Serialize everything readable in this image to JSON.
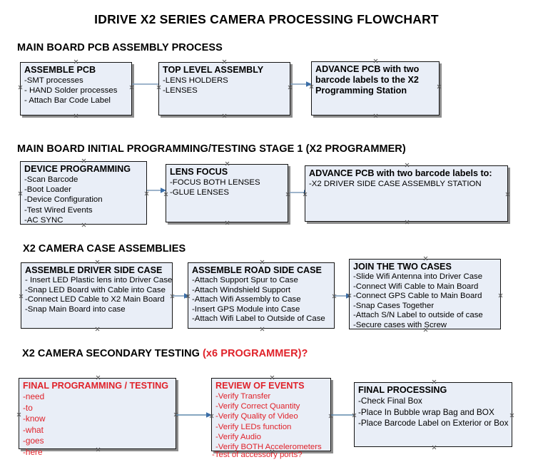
{
  "document": {
    "title": "IDRIVE X2  SERIES CAMERA PROCESSING FLOWCHART",
    "accent_red": "#e0222a",
    "node_fill": "#e9eef7",
    "node_border": "#141414",
    "arrow_color": "#7f9cba"
  },
  "sections": [
    {
      "id": "main-board-pcb-assembly",
      "header": "MAIN BOARD PCB ASSEMBLY PROCESS",
      "header_suffix": "",
      "nodes": [
        {
          "id": "assemble-pcb",
          "title": "ASSEMBLE PCB",
          "lines": [
            "-SMT processes",
            "- HAND Solder processes",
            "- Attach Bar Code Label"
          ]
        },
        {
          "id": "top-level-assembly",
          "title": "TOP LEVEL ASSEMBLY",
          "lines": [
            "-LENS HOLDERS",
            "-LENSES"
          ]
        },
        {
          "id": "advance-pcb-to-programming-station",
          "title": "ADVANCE PCB with two barcode labels to the  X2 Programming Station",
          "lines": []
        }
      ]
    },
    {
      "id": "main-board-initial-programming",
      "header": "MAIN BOARD INITIAL PROGRAMMING/TESTING STAGE 1 (X2 PROGRAMMER)",
      "header_suffix": "",
      "nodes": [
        {
          "id": "device-programming",
          "title": "DEVICE PROGRAMMING",
          "lines": [
            "-Scan Barcode",
            "-Boot Loader",
            "-Device Configuration",
            "-Test Wired Events",
            "-AC SYNC"
          ]
        },
        {
          "id": "lens-focus",
          "title": "LENS FOCUS",
          "lines": [
            "-FOCUS BOTH LENSES",
            "-GLUE LENSES"
          ]
        },
        {
          "id": "advance-pcb-to-driver-side-case",
          "title": "ADVANCE PCB with two barcode labels to:",
          "lines": [
            "-X2 DRIVER  SIDE  CASE  ASSEMBLY STATION"
          ]
        }
      ]
    },
    {
      "id": "x2-camera-case-assemblies",
      "header": "X2 CAMERA CASE ASSEMBLIES",
      "header_suffix": "",
      "nodes": [
        {
          "id": "assemble-driver-side-case",
          "title": "ASSEMBLE DRIVER SIDE CASE",
          "lines": [
            "- Insert LED Plastic lens into Driver Case",
            "-Snap LED Board with Cable into Case",
            "-Connect LED Cable to X2 Main Board",
            "-Snap Main Board into case"
          ]
        },
        {
          "id": "assemble-road-side-case",
          "title": "ASSEMBLE ROAD SIDE CASE",
          "lines": [
            "-Attach Support Spur to Case",
            "-Attach Windshield Support",
            "-Attach Wifi Assembly to Case",
            "-Insert GPS Module into Case",
            "-Attach Wifi Label to Outside of Case"
          ]
        },
        {
          "id": "join-the-two-cases",
          "title": "JOIN THE TWO CASES",
          "lines": [
            "-Slide Wifi Antenna into Driver Case",
            "-Connect Wifi Cable to Main Board",
            "-Connect GPS Cable to Main Board",
            "-Snap Cases Together",
            "-Attach S/N Label to outside of case",
            "-Secure cases with Screw"
          ]
        }
      ]
    },
    {
      "id": "x2-camera-secondary-testing",
      "header": "X2 CAMERA SECONDARY TESTING ",
      "header_suffix": "(x6 PROGRAMMER)?",
      "nodes": [
        {
          "id": "final-programming-testing",
          "title": "FINAL PROGRAMMING / TESTING",
          "lines": [
            "-need",
            "-to",
            "-know",
            "-what",
            "-goes",
            "-here"
          ]
        },
        {
          "id": "review-of-events",
          "title": "REVIEW OF EVENTS",
          "lines": [
            "-Verify Transfer",
            "-Verify Correct Quantity",
            "-Verify Quality of Video",
            "-Verify LEDs function",
            "-Verify Audio",
            "-Verify BOTH Accelerometers"
          ],
          "overflow_line": "-Test of accessory ports?"
        },
        {
          "id": "final-processing",
          "title": "FINAL PROCESSING",
          "lines": [
            " -Check Final Box",
            "-Place In Bubble wrap Bag and BOX",
            "-Place Barcode Label on Exterior or Box"
          ]
        }
      ]
    }
  ]
}
